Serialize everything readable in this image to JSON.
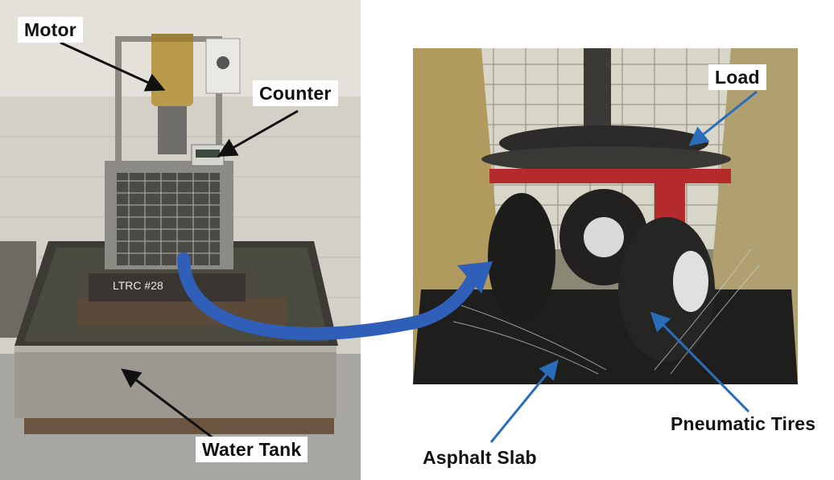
{
  "labels": {
    "motor": "Motor",
    "counter": "Counter",
    "load": "Load",
    "water_tank": "Water Tank",
    "pneumatic_tires": "Pneumatic Tires",
    "asphalt_slab": "Asphalt Slab"
  },
  "plate_text": "LTRC #28",
  "colors": {
    "arrow_black": "#111111",
    "arrow_blue": "#2a6ebb",
    "curve_blue": "#2f5fb8",
    "cage_red": "#b52a2a",
    "motor_gold": "#b89a4a"
  }
}
